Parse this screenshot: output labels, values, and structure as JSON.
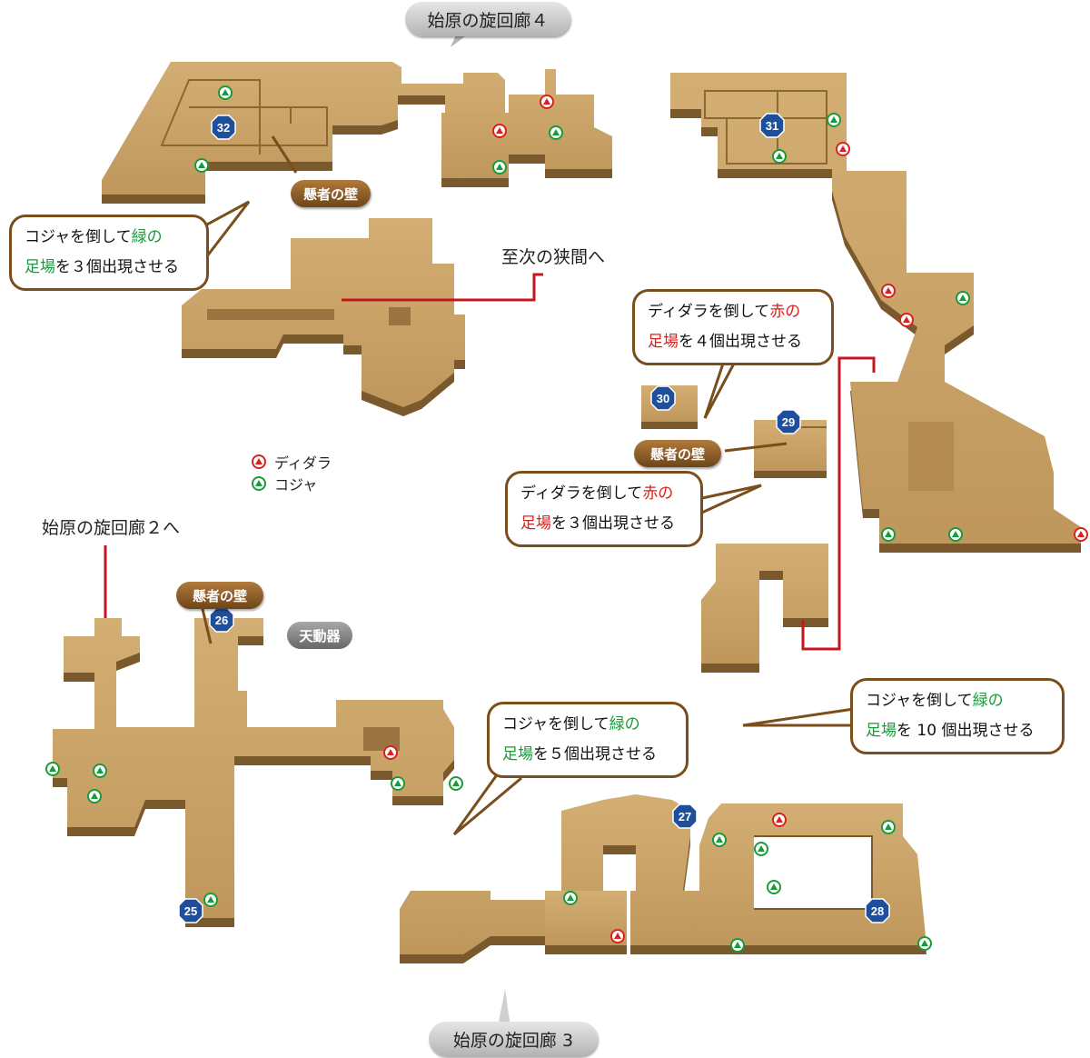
{
  "areas": {
    "top": "始原の旋回廊４",
    "bottom": "始原の旋回廊 3"
  },
  "destinations": {
    "next_gap": "至次の狭間へ",
    "corridor2": "始原の旋回廊２へ"
  },
  "callouts": [
    {
      "before": "コジャを倒して",
      "mid": "緑の",
      "line2_mid": "足場",
      "after": "を３個出現させる",
      "color": "green"
    },
    {
      "before": "ディダラを倒して",
      "mid": "赤の",
      "line2_mid": "足場",
      "after": "を４個出現させる",
      "color": "red"
    },
    {
      "before": "ディダラを倒して",
      "mid": "赤の",
      "line2_mid": "足場",
      "after": "を３個出現させる",
      "color": "red"
    },
    {
      "before": "コジャを倒して",
      "mid": "緑の",
      "line2_mid": "足場",
      "after": "を 10 個出現させる",
      "color": "green"
    },
    {
      "before": "コジャを倒して",
      "mid": "緑の",
      "line2_mid": "足場",
      "after": "を５個出現させる",
      "color": "green"
    }
  ],
  "tags": {
    "wall_top": "懸者の壁",
    "wall_mid": "懸者の壁",
    "wall_bottom": "懸者の壁",
    "tendouki": "天動器"
  },
  "legend": {
    "red_label": "ディダラ",
    "green_label": "コジャ"
  },
  "numbers": [
    "25",
    "26",
    "27",
    "28",
    "29",
    "30",
    "31",
    "32"
  ],
  "colors": {
    "floor": "#c9a267",
    "floor_side": "#7a5a2c",
    "red_marker": "#d8221e",
    "green_marker": "#1a9a3a",
    "number_badge": "#1e4f9c",
    "route_line": "#c4161c",
    "callout_border": "#7a4e1c"
  }
}
